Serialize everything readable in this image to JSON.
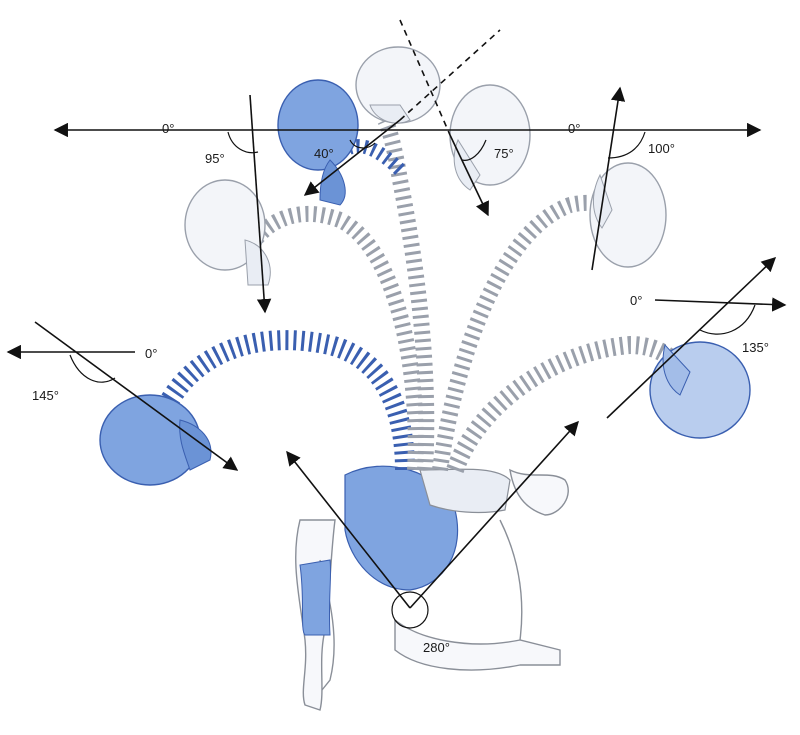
{
  "labels": {
    "top_left_zero": "0°",
    "top_right_zero": "0°",
    "mid_left_zero": "0°",
    "mid_right_zero": "0°",
    "angle_95": "95°",
    "angle_40": "40°",
    "angle_75": "75°",
    "angle_100": "100°",
    "angle_145": "145°",
    "angle_135": "135°",
    "angle_280": "280°"
  },
  "colors": {
    "blue_fill": "#7fa4e0",
    "blue_dark": "#3a5fb0",
    "grey_line": "#9aa0ab",
    "light_fill": "#e9edf4",
    "ink": "#111111"
  }
}
